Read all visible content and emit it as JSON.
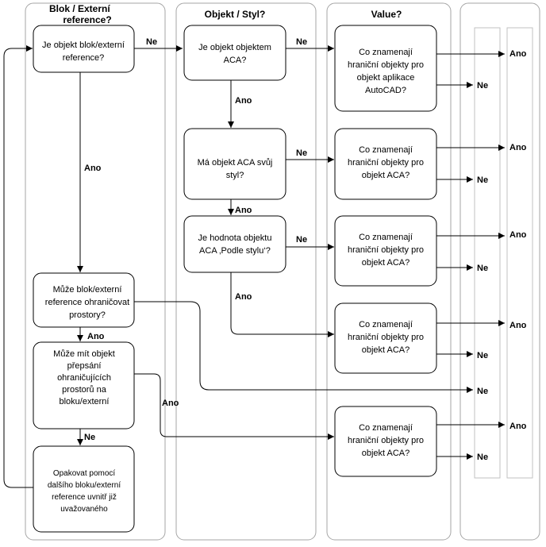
{
  "lanes": {
    "blok": [
      "Blok / Externí",
      "reference?"
    ],
    "objekt": "Objekt / Styl?",
    "value": "Value?"
  },
  "boxes": {
    "q_blok": [
      "Je objekt blok/externí",
      "reference?"
    ],
    "q_aca": [
      "Je objekt objektem",
      "ACA?"
    ],
    "q_styl": [
      "Má objekt ACA svůj",
      "styl?"
    ],
    "q_podle": [
      "Je hodnota objektu",
      "ACA ‚Podle stylu‘?"
    ],
    "q_ohr": [
      "Může blok/externí",
      "reference ohraničovat",
      "prostory?"
    ],
    "q_preps": [
      "Může mít objekt",
      "přepsání",
      "ohraničujících",
      "prostorů na",
      "bloku/externí"
    ],
    "q_opak": [
      "Opakovat pomocí",
      "dalšího bloku/externí",
      "reference uvnitř již",
      "uvažovaného"
    ],
    "v_autocad": [
      "Co znamenají",
      "hraniční objekty pro",
      "objekt aplikace",
      "AutoCAD?"
    ],
    "v_aca1": [
      "Co znamenají",
      "hraniční objekty pro",
      "objekt ACA?"
    ],
    "v_aca2": [
      "Co znamenají",
      "hraniční objekty pro",
      "objekt ACA?"
    ],
    "v_aca3": [
      "Co znamenají",
      "hraniční objekty pro",
      "objekt ACA?"
    ],
    "v_aca4": [
      "Co znamenají",
      "hraniční objekty pro",
      "objekt ACA?"
    ]
  },
  "labels": {
    "ano": "Ano",
    "ne": "Ne"
  }
}
